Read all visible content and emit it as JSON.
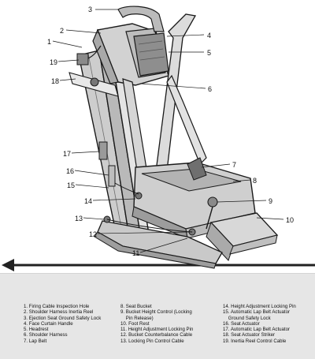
{
  "callouts": [
    "1",
    "2",
    "3",
    "4",
    "5",
    "6",
    "7",
    "8",
    "9",
    "10",
    "11",
    "12",
    "13",
    "14",
    "15",
    "16",
    "17",
    "18",
    "19"
  ],
  "legend": {
    "col1": [
      "1. Firing Cable Inspection Hole",
      "2. Shoulder Harness Inertia Reel",
      "3. Ejection Seat Ground Safety Lock",
      "4. Face Curtain Handle",
      "5. Headrest",
      "6. Shoulder Harness",
      "7. Lap Belt"
    ],
    "col2": [
      "8. Seat Bucket",
      "9. Bucket Height Control (Locking",
      "    Pin Release)",
      "10. Foot Rest",
      "11. Height Adjustment Locking Pin",
      "12. Bucket Counterbalance Cable",
      "13. Locking Pin Control Cable"
    ],
    "col3": [
      "14. Height Adjustment Locking Pin",
      "15. Automatic Lap Belt Actuator",
      "    Ground Safety Lock",
      "16. Seat Actuator",
      "17. Automatic Lap Belt Actuator",
      "18. Seat Actuator Striker",
      "19. Inertia Reel Control Cable"
    ]
  },
  "colors": {
    "ink": "#1a1a1a",
    "metal": "#cfcfcf",
    "strap": "#d9d9d9",
    "legend_bg": "#e6e6e6"
  }
}
